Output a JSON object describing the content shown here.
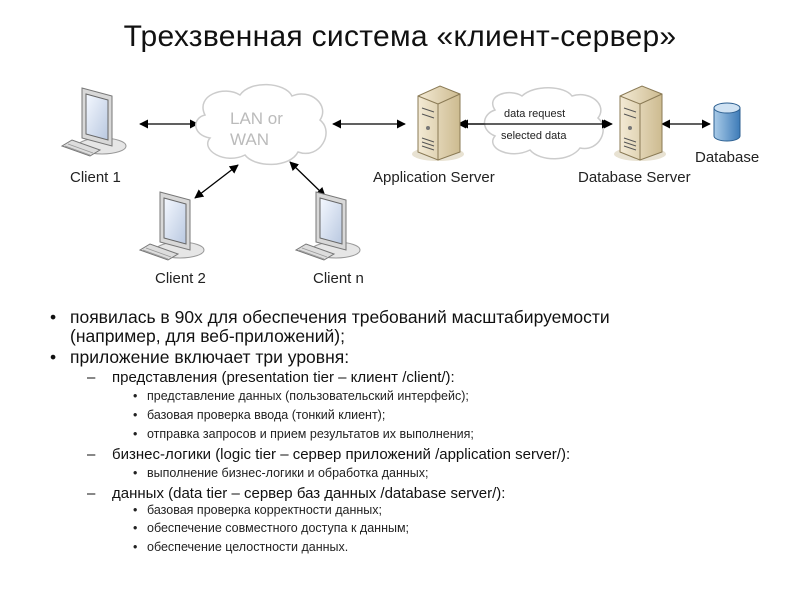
{
  "title": "Трехзвенная система «клиент-сервер»",
  "diagram": {
    "client1": "Client 1",
    "client2": "Client 2",
    "clientn": "Client n",
    "network_line1": "LAN or",
    "network_line2": "WAN",
    "app_server": "Application Server",
    "db_server": "Database Server",
    "database": "Database",
    "data_request": "data request",
    "selected_data": "selected data"
  },
  "bullets": [
    {
      "level": 1,
      "text": "появилась в 90х для обеспечения требований масштабируемости"
    },
    {
      "level": 1,
      "text": "(например, для веб-приложений);",
      "cont": true
    },
    {
      "level": 1,
      "text": "приложение включает три уровня:"
    },
    {
      "level": 2,
      "text": "представления (presentation tier – клиент /client/):"
    },
    {
      "level": 3,
      "text": "представление данных (пользовательский интерфейс);"
    },
    {
      "level": 3,
      "text": "базовая проверка ввода (тонкий клиент);"
    },
    {
      "level": 3,
      "text": "отправка запросов и прием результатов их выполнения;"
    },
    {
      "level": 2,
      "text": "бизнес-логики (logic tier – сервер приложений /application server/):"
    },
    {
      "level": 3,
      "text": "выполнение бизнес-логики и обработка данных;"
    },
    {
      "level": 2,
      "text": "данных (data tier –  сервер баз данных /database server/):"
    },
    {
      "level": 3,
      "text": "базовая проверка корректности данных;"
    },
    {
      "level": 3,
      "text": "обеспечение совместного доступа к данным;"
    },
    {
      "level": 3,
      "text": "обеспечение целостности данных."
    }
  ],
  "markers": {
    "1": "•",
    "2": "–",
    "3": "•"
  }
}
